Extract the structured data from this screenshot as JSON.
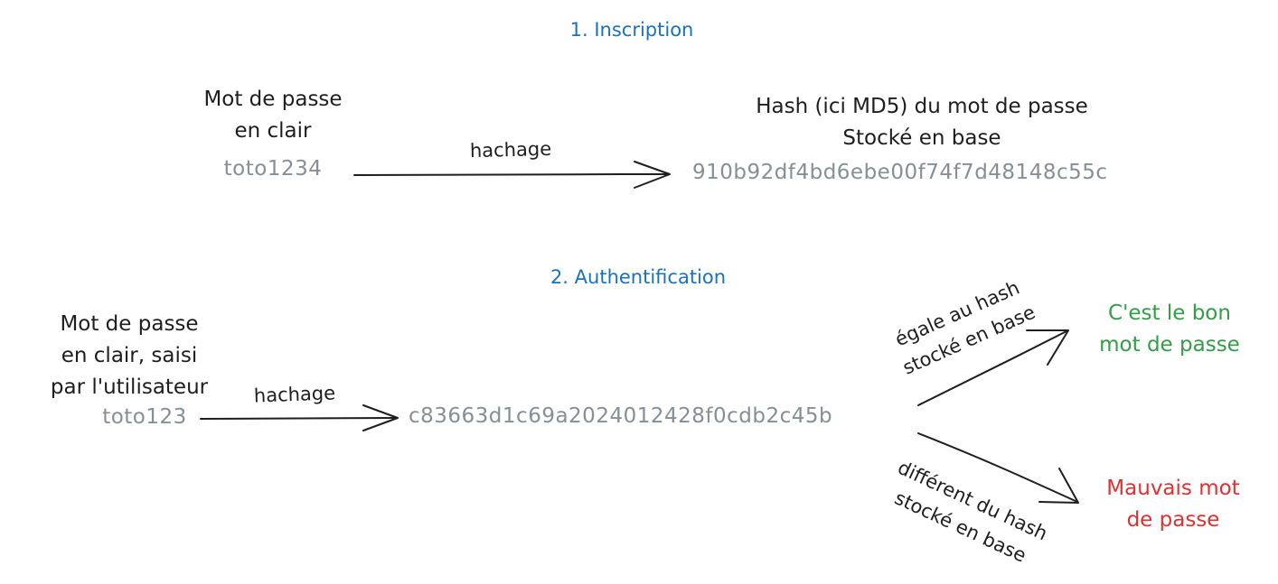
{
  "colors": {
    "title": "#1971c2",
    "text": "#1e1e1e",
    "value": "#868e96",
    "success": "#2f9e44",
    "error": "#e03131",
    "stroke": "#1e1e1e"
  },
  "section1": {
    "title": "1. Inscription",
    "plain_label": [
      "Mot de passe",
      "en clair"
    ],
    "plain_value": "toto1234",
    "arrow_label": "hachage",
    "hash_label": [
      "Hash (ici MD5) du mot de passe",
      "Stocké en base"
    ],
    "hash_value": "910b92df4bd6ebe00f74f7d48148c55c"
  },
  "section2": {
    "title": "2. Authentification",
    "plain_label": [
      "Mot de passe",
      "en clair, saisi",
      "par l'utilisateur"
    ],
    "plain_value": "toto123",
    "arrow_label": "hachage",
    "hash_value": "c83663d1c69a2024012428f0cdb2c45b",
    "equal_label": [
      "égale au hash",
      "stocké en base"
    ],
    "different_label": [
      "différent du hash",
      "stocké en base"
    ],
    "success_result": [
      "C'est le bon",
      "mot de passe"
    ],
    "error_result": [
      "Mauvais mot",
      "de passe"
    ]
  }
}
